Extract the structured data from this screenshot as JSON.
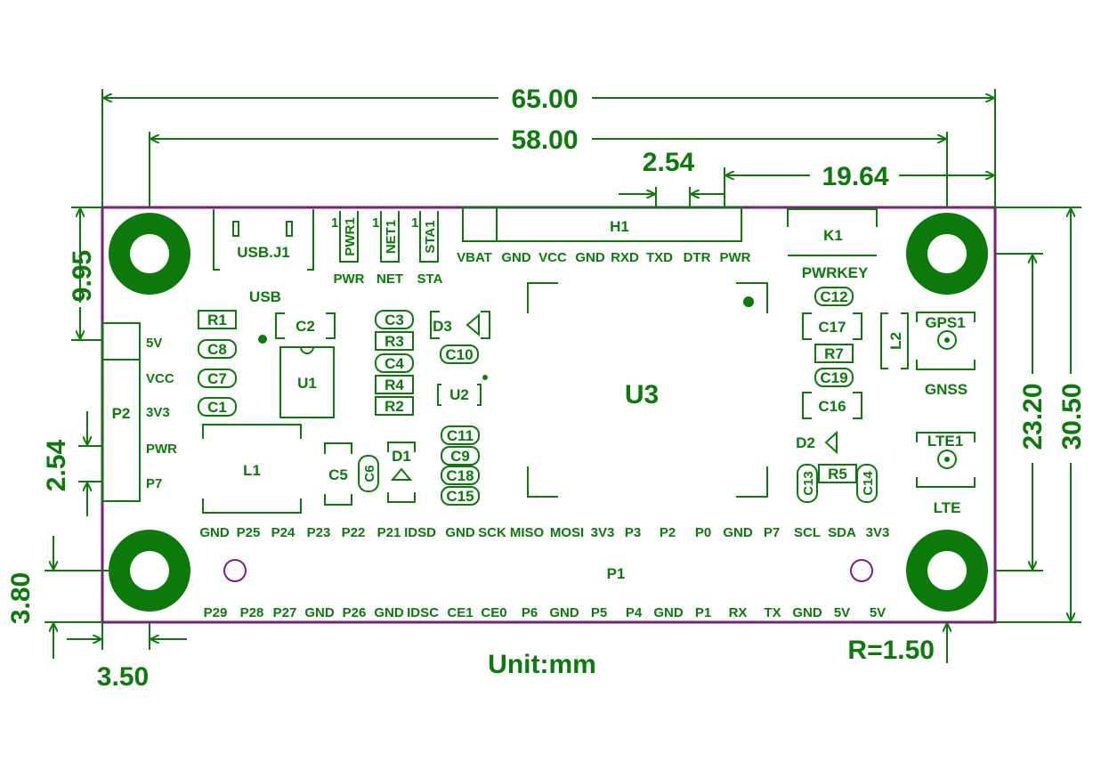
{
  "dimensions": {
    "overall_width": "65.00",
    "hole_spacing_x": "58.00",
    "pitch_top": "2.54",
    "header_offset": "19.64",
    "top_offset": "9.95",
    "p2_pitch": "2.54",
    "hole_offset_y": "3.80",
    "hole_offset_x": "3.50",
    "hole_spacing_y": "23.20",
    "overall_height": "30.50",
    "radius": "R=1.50",
    "unit": "Unit:mm"
  },
  "labels": {
    "usb_j1": "USB.J1",
    "usb": "USB",
    "pwr_ref": "PWR1",
    "net_ref": "NET1",
    "sta_ref": "STA1",
    "pwr": "PWR",
    "net": "NET",
    "sta": "STA",
    "h1": "H1",
    "k1": "K1",
    "pwrkey": "PWRKEY",
    "u1": "U1",
    "u2": "U2",
    "u3": "U3",
    "l1": "L1",
    "l2": "L2",
    "d1": "D1",
    "d2": "D2",
    "d3": "D3",
    "p1": "P1",
    "p2": "P2",
    "gps1": "GPS1",
    "gnss": "GNSS",
    "lte1": "LTE1",
    "lte": "LTE",
    "one": "1"
  },
  "components": {
    "r1": "R1",
    "c8": "C8",
    "c7": "C7",
    "c1": "C1",
    "c2": "C2",
    "c3": "C3",
    "r3": "R3",
    "c4": "C4",
    "r4": "R4",
    "r2": "R2",
    "c10": "C10",
    "c11": "C11",
    "c9": "C9",
    "c18": "C18",
    "c15": "C15",
    "c5": "C5",
    "c6": "C6",
    "c12": "C12",
    "c17": "C17",
    "r7": "R7",
    "c19": "C19",
    "c16": "C16",
    "c13": "C13",
    "r5": "R5",
    "c14": "C14"
  },
  "h1_pins": [
    "VBAT",
    "GND",
    "VCC",
    "GND",
    "RXD",
    "TXD",
    "DTR",
    "PWR"
  ],
  "p2_pins": [
    "5V",
    "VCC",
    "3V3",
    "PWR",
    "P7"
  ],
  "p1_top_row": [
    "GND",
    "P25",
    "P24",
    "P23",
    "P22",
    "P21",
    "IDSD",
    "GND",
    "SCK",
    "MISO",
    "MOSI",
    "3V3",
    "P3",
    "P2",
    "P0",
    "GND",
    "P7",
    "SCL",
    "SDA",
    "3V3"
  ],
  "p1_bottom_row": [
    "P29",
    "P28",
    "P27",
    "GND",
    "P26",
    "GND",
    "IDSC",
    "CE1",
    "CE0",
    "P6",
    "GND",
    "P5",
    "P4",
    "GND",
    "P1",
    "RX",
    "TX",
    "GND",
    "5V",
    "5V"
  ],
  "colors": {
    "silkscreen": "#0b7a0b",
    "board_outline": "#7a1f7a",
    "background": "#ffffff"
  }
}
